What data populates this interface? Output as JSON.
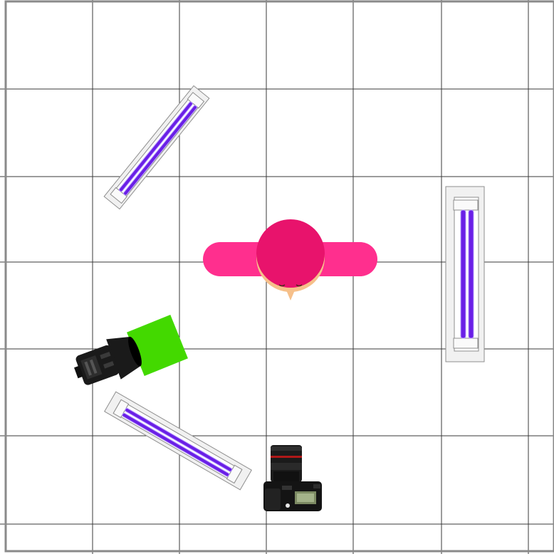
{
  "diagram": {
    "type": "studio-lighting-setup",
    "view": "top-down",
    "colors": {
      "background": "#ffffff",
      "grid_line": "#3a3a3a",
      "border": "#8a8a8a",
      "tube": "#6a1fe6",
      "tube_highlight": "#b89cff",
      "fixture_frame": "#f1f1f1",
      "fixture_outline": "#8e8e8e",
      "subject_arms": "#ff2f8e",
      "subject_head": "#e8136c",
      "subject_face": "#f6c08a",
      "gel": "#43d900",
      "softbox": "#1a1a1a"
    },
    "elements": [
      {
        "kind": "tube-light",
        "name": "tube-light-top-left",
        "icon": "light-tube-icon"
      },
      {
        "kind": "tube-light",
        "name": "tube-light-right",
        "icon": "light-tube-icon"
      },
      {
        "kind": "tube-light",
        "name": "tube-light-bottom-left",
        "icon": "light-tube-icon"
      },
      {
        "kind": "subject",
        "name": "subject-person",
        "icon": "person-icon"
      },
      {
        "kind": "key-light",
        "name": "strobe-with-green-gel",
        "icon": "strobe-icon"
      },
      {
        "kind": "camera",
        "name": "camera",
        "icon": "camera-icon"
      }
    ]
  }
}
